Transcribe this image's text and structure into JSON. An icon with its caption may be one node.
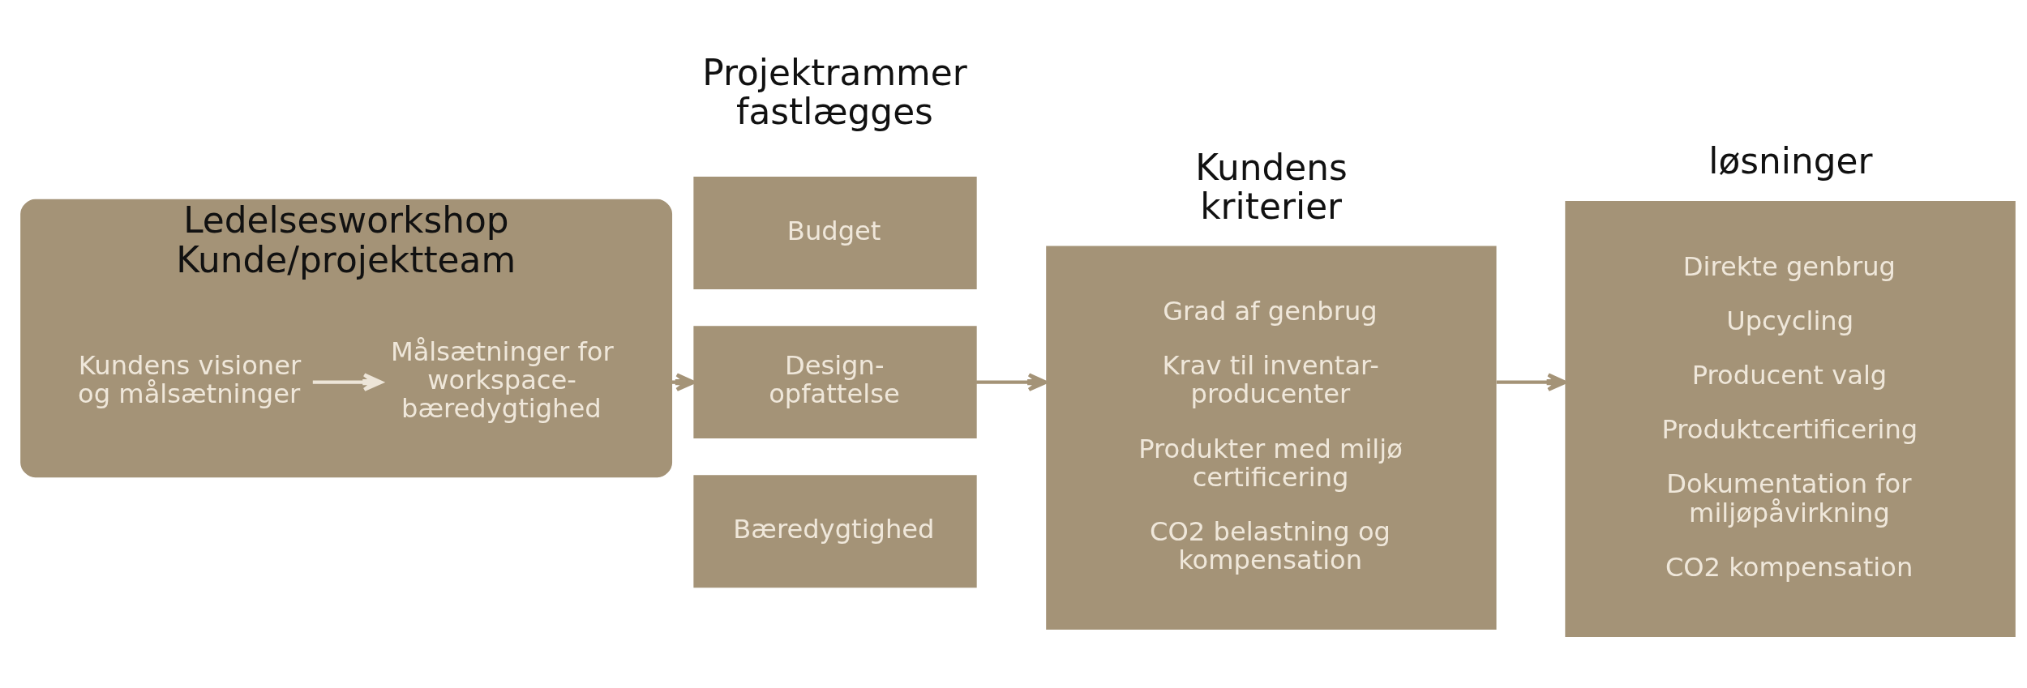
{
  "diagram": {
    "nodes": [
      {
        "text": [
          "Ledelsesworkshop Kunde/projektteam"
        ]
      },
      {
        "text": [
          "Kundens visioner og målsætninger"
        ],
        "in": 0
      },
      {
        "text": [
          "Målsætninger for workspace-bæredygtighed"
        ],
        "in": 0
      },
      {
        "text": [
          "Budget"
        ]
      },
      {
        "text": [
          "Design-opfattelse"
        ]
      },
      {
        "text": [
          "Bæredygtighed"
        ]
      },
      {
        "text": [
          "Kundens kriterier",
          "Grad af genbrug",
          "Krav til inventar-producenter",
          "Produkter med miljø certificering",
          "CO2 belastning og kompensation"
        ]
      },
      {
        "text": [
          "løsninger",
          "Direkte genbrug",
          "Upcycling",
          "Producent valg",
          "Produktcertificering",
          "Dokumentation for miljøpåvirkning",
          "CO2 kompensation"
        ]
      }
    ],
    "edges": [
      {
        "from": 1,
        "to": 2,
        "arrow": "to",
        "color": "#ede5d8"
      },
      {
        "from": 0,
        "to": 4,
        "arrow": "to"
      },
      {
        "from": 4,
        "to": 6,
        "arrow": "to"
      },
      {
        "from": 6,
        "to": 7,
        "arrow": "to"
      }
    ],
    "labels": [
      "Projektrammer fastlægges"
    ]
  }
}
